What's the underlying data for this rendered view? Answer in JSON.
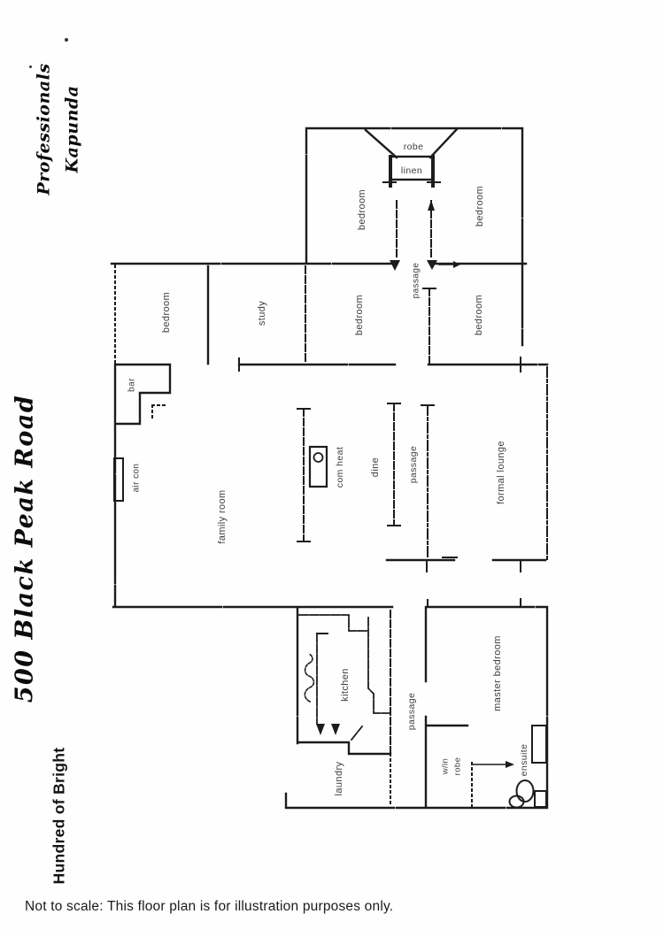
{
  "annotations": {
    "agency": {
      "line1": "Professionals",
      "line2": "Kapunda"
    },
    "address": "500 Black Peak Road",
    "hundred": "Hundred of Bright",
    "disclaimer": "Not to scale: This floor plan is for illustration purposes only."
  },
  "rooms": {
    "robe": "robe",
    "linen": "linen",
    "bedroom_top_left": "bedroom",
    "bedroom_top_right": "bedroom",
    "passage_top": "passage",
    "bedroom_mid_left": "bedroom",
    "study": "study",
    "bedroom_mid_center": "bedroom",
    "bedroom_mid_right": "bedroom",
    "bar": "bar",
    "air_con": "air con",
    "family_room": "family room",
    "com_heat": "com heat",
    "dine": "dine",
    "passage_mid": "passage",
    "formal_lounge": "formal lounge",
    "kitchen": "kitchen",
    "laundry": "laundry",
    "passage_bottom": "passage",
    "master_bedroom": "master bedroom",
    "win_robe": {
      "line1": "w/in",
      "line2": "robe"
    },
    "ensuite": "ensuite"
  },
  "colors": {
    "ink": "#1c1c1c",
    "paper": "#fefefe"
  }
}
